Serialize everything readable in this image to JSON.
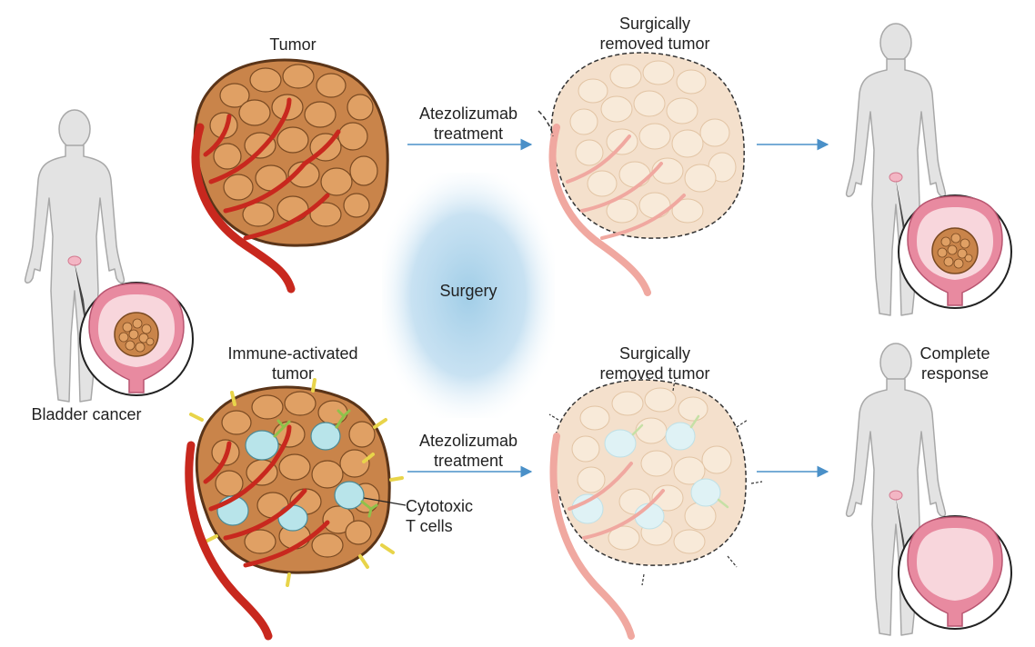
{
  "labels": {
    "bladder_cancer": "Bladder cancer",
    "tumor": "Tumor",
    "immune_tumor_line1": "Immune-activated",
    "immune_tumor_line2": "tumor",
    "treatment_top_line1": "Atezolizumab",
    "treatment_top_line2": "treatment",
    "treatment_bottom_line1": "Atezolizumab",
    "treatment_bottom_line2": "treatment",
    "surgery": "Surgery",
    "removed_top_line1": "Surgically",
    "removed_top_line2": "removed tumor",
    "removed_bottom_line1": "Surgically",
    "removed_bottom_line2": "removed tumor",
    "tcells_line1": "Cytotoxic",
    "tcells_line2": "T cells",
    "response_line1": "Complete",
    "response_line2": "response"
  },
  "colors": {
    "tumor_fill": "#c9844a",
    "tumor_cell": "#e0a064",
    "tumor_outline": "#7a4a22",
    "faded_tumor": "#f4e0cc",
    "vessel": "#c8281e",
    "faded_vessel": "#f0a8a0",
    "tcell": "#b8e4ea",
    "receptor": "#8fc14a",
    "ligand": "#e8d44a",
    "arrow": "#4a90c8",
    "surgery_glow": "#9ccbe6",
    "body_fill": "#e3e3e3",
    "body_stroke": "#a8a8a8",
    "bladder_wall": "#e88aa0",
    "bladder_inner": "#f8d6dc"
  }
}
